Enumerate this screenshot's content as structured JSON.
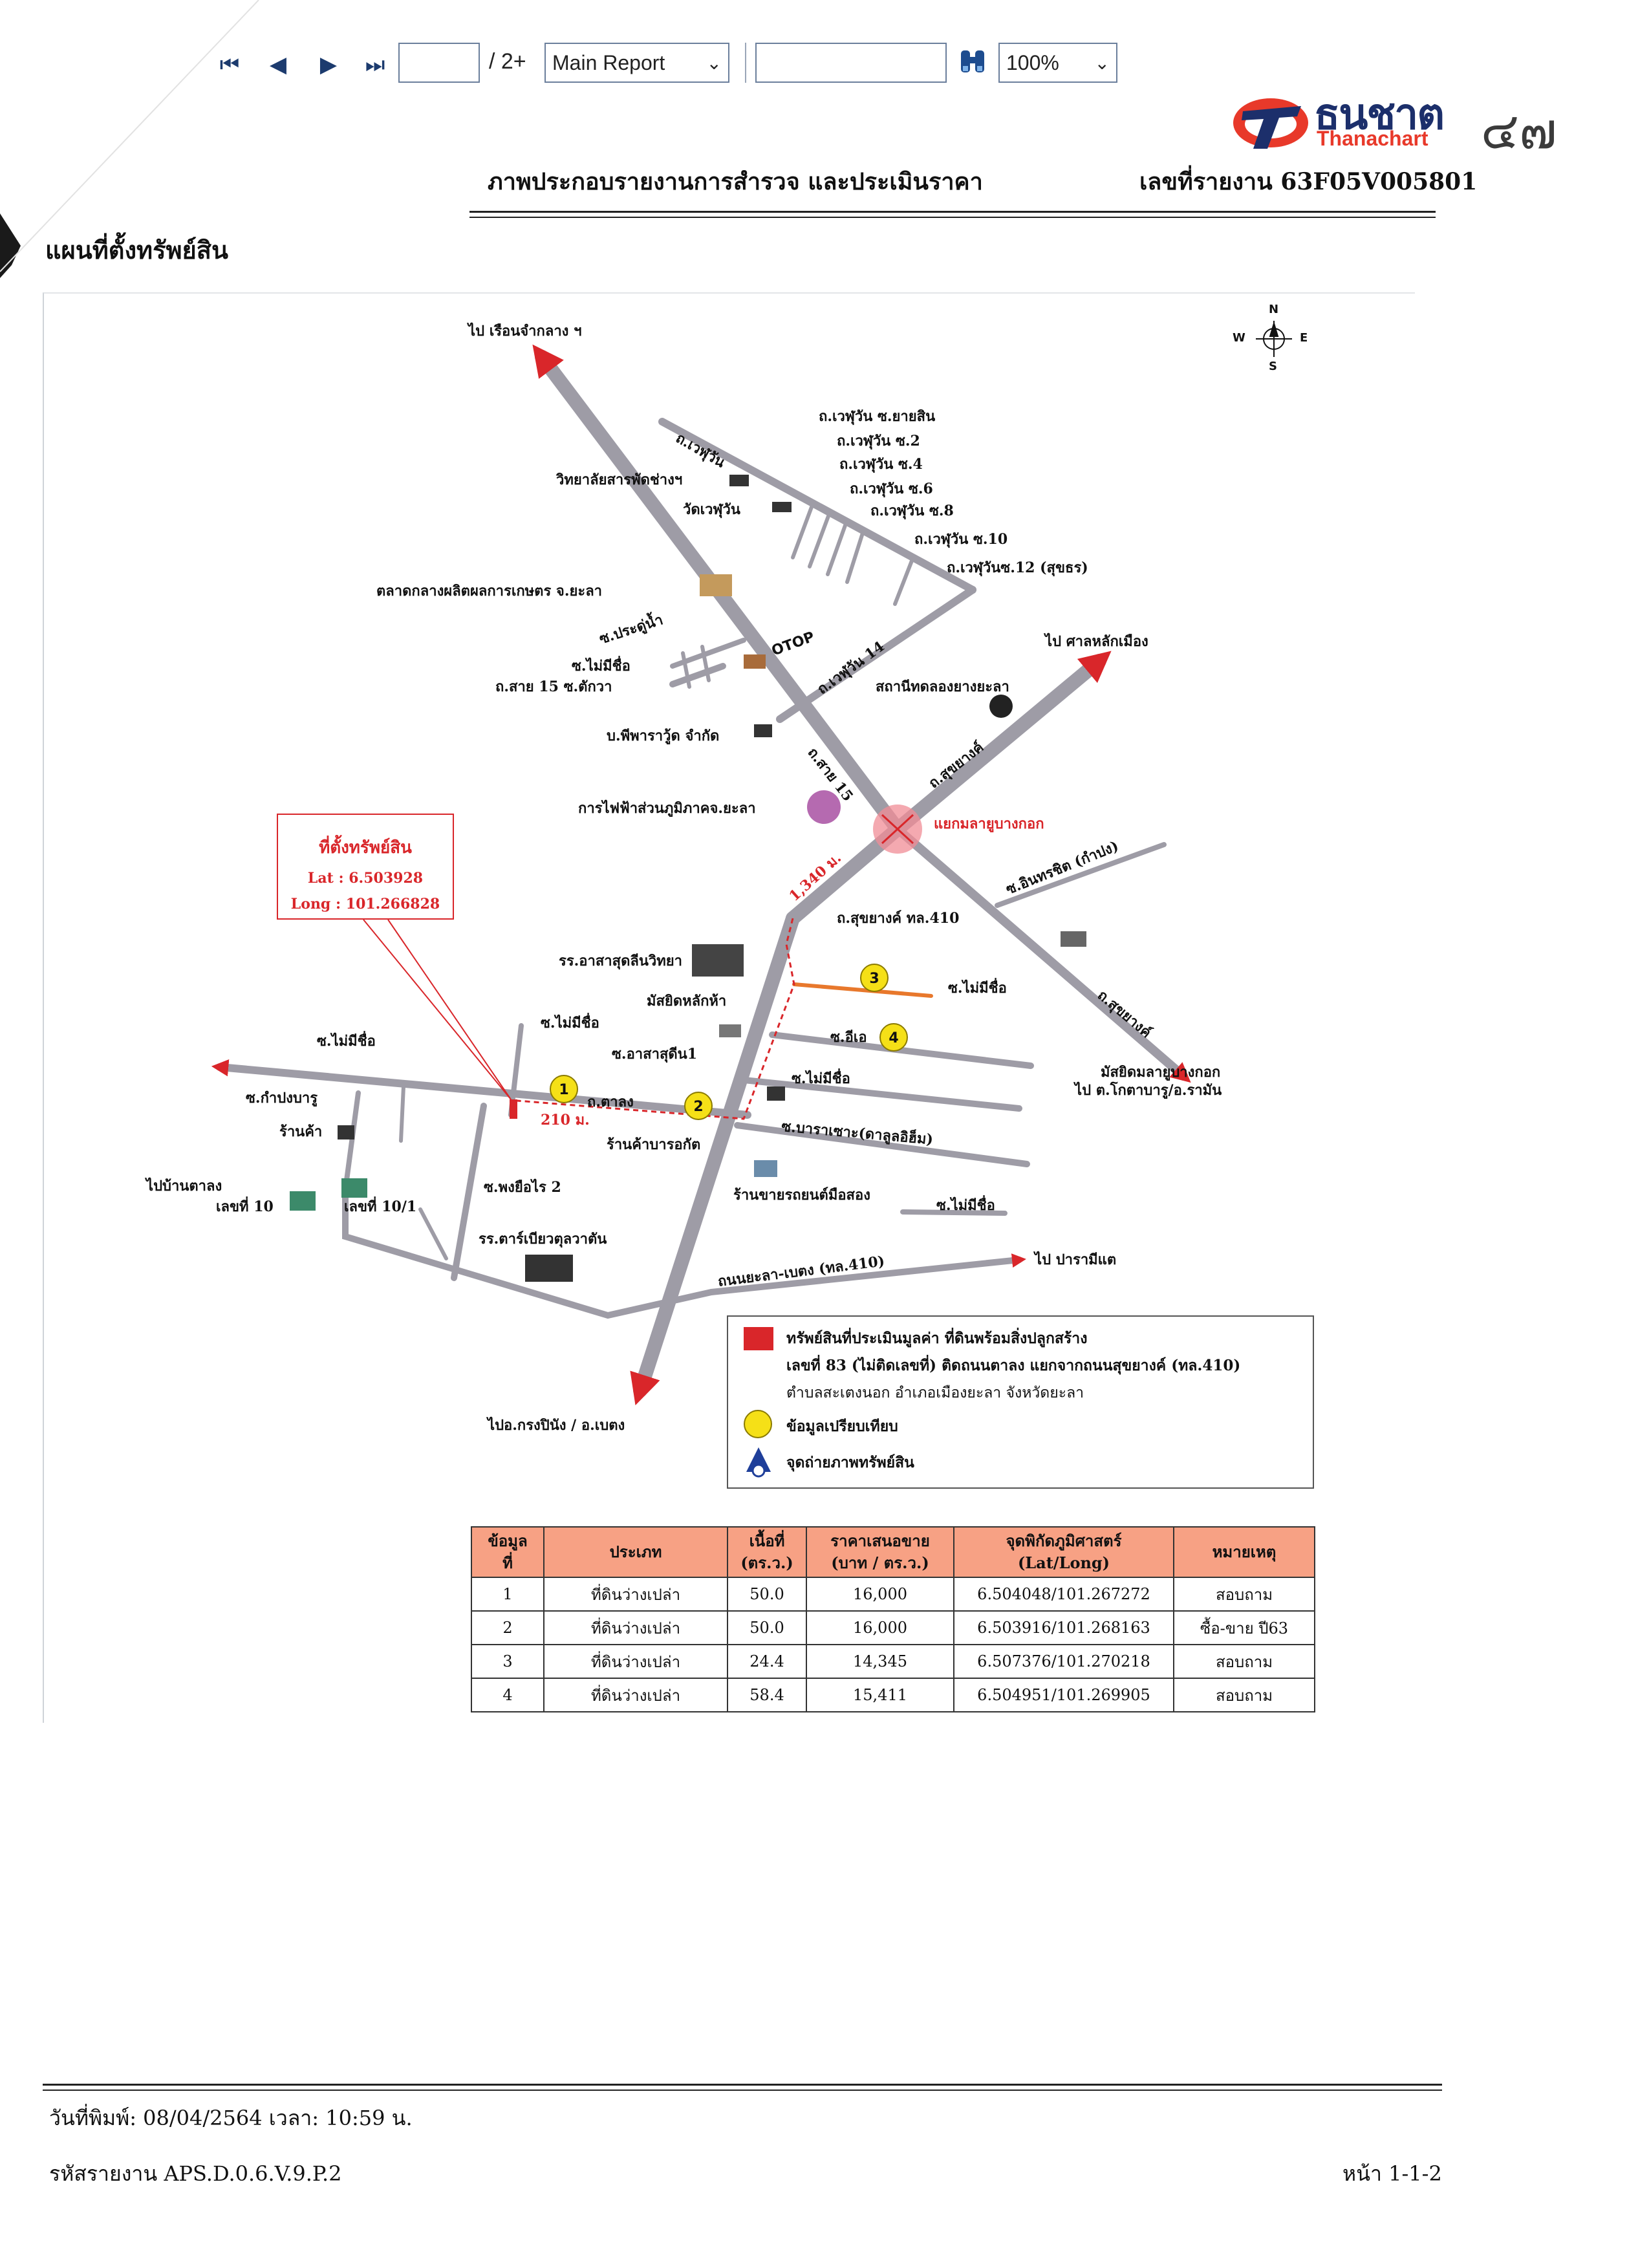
{
  "toolbar": {
    "page_input": "",
    "page_total": "/ 2+",
    "report_select": "Main Report",
    "search_input": "",
    "zoom_select": "100%"
  },
  "handwritten_note": "๔๗",
  "logo": {
    "thai": "ธนชาต",
    "english": "Thanachart"
  },
  "header": {
    "title": "ภาพประกอบรายงานการสำรวจ และประเมินราคา",
    "report_no": "เลขที่รายงาน 63F05V005801"
  },
  "section_title": "แผนที่ตั้งทรัพย์สิน",
  "map": {
    "compass": {
      "n": "N",
      "s": "S",
      "e": "E",
      "w": "W"
    },
    "property_box": {
      "title": "ที่ตั้งทรัพย์สิน",
      "lat": "Lat : 6.503928",
      "long": "Long : 101.266828"
    },
    "labels": {
      "to_ruen": "ไป เรือนจำกลาง ฯ",
      "wephuwan": "ถ.เวฬุวัน",
      "wephuwan_yaisin": "ถ.เวฬุวัน ซ.ยายสิน",
      "wephuwan_2": "ถ.เวฬุวัน ซ.2",
      "wephuwan_4": "ถ.เวฬุวัน ซ.4",
      "wephuwan_6": "ถ.เวฬุวัน ซ.6",
      "wephuwan_8": "ถ.เวฬุวัน ซ.8",
      "wephuwan_10": "ถ.เวฬุวัน ซ.10",
      "wephuwan_12": "ถ.เวฬุวันซ.12 (สุขธร)",
      "college": "วิทยาลัยสารพัดช่างฯ",
      "temple": "วัดเวฬุวัน",
      "market": "ตลาดกลางผลิตผลการเกษตร จ.ยะลา",
      "pradunam": "ซ.ประดู่น้ำ",
      "mai_mi_chue_1": "ซ.ไม่มีชื่อ",
      "sai15_taekwa": "ถ.สาย 15 ซ.ตักวา",
      "otop": "OTOP",
      "wephuwan_14": "ถ.เวฬุวัน 14",
      "sathani": "สถานีทดลองยางยะลา",
      "to_lak_mueang": "ไป ศาลหลักเมือง",
      "company": "บ.พีพาราวู้ด จำกัด",
      "sai15": "ถ.สาย 15",
      "sukhayang_1": "ถ.สุขยางค์",
      "electric": "การไฟฟ้าส่วนภูมิภาคจ.ยะลา",
      "intersection": "แยกมลายูบางกอก",
      "distance_1": "1,340 ม.",
      "inthorachit": "ซ.อินทรชิต (กำปง)",
      "sukhayang_410": "ถ.สุขยางค์ ทล.410",
      "school_asa": "รร.อาสาสุดลีนวิทยา",
      "mosque_1": "มัสยิดหลักห้า",
      "mai_mi_chue_2": "ซ.ไม่มีชื่อ",
      "mai_mi_chue_3": "ซ.ไม่มีชื่อ",
      "mai_mi_chue_4": "ซ.ไม่มีชื่อ",
      "asa_1": "ซ.อาสาสุดีน1",
      "sukhayang_2": "ถ.สุขยางค์",
      "soi_ia": "ซ.อีเอ",
      "mai_mi_chue_5": "ซ.ไม่มีชื่อ",
      "mosque_2": "มัสยิดมลายูบางกอก",
      "to_kotabaru": "ไป ต.โกตาบารู/อ.รามัน",
      "kampongbaru": "ซ.กำปงบารู",
      "shop": "ร้านค้า",
      "dalang": "ถ.ตาลง",
      "distance_2": "210 ม.",
      "shop_baro": "ร้านค้าบารอกัต",
      "baro_cha": "ซ.บาราเซาะ(ดาลูลอิฮ็ม)",
      "to_ban_dalang": "ไปบ้านตาลง",
      "house_10": "เลขที่ 10",
      "house_10_1": "เลขที่ 10/1",
      "phongyuerai": "ซ.พงยือไร 2",
      "car_shop": "ร้านขายรถยนต์มือสอง",
      "mai_mi_chue_6": "ซ.ไม่มีชื่อ",
      "school_tarbiyah": "รร.ตาร์เบียวตุลวาตัน",
      "yala_betong": "ถนนยะลา-เบตง (ทล.410)",
      "to_paramikae": "ไป ปารามีแต",
      "to_krong_pinang": "ไปอ.กรงปินัง / อ.เบตง"
    },
    "markers": [
      "1",
      "2",
      "3",
      "4"
    ],
    "colors": {
      "road": "#9e9ca6",
      "arrow": "#d9262a",
      "highlight": "#f08c96",
      "compare": "#f5e017",
      "property": "#d9262a"
    },
    "legend": {
      "item1_line1": "ทรัพย์สินที่ประเมินมูลค่า ที่ดินพร้อมสิ่งปลูกสร้าง",
      "item1_line2": "เลขที่ 83 (ไม่ติดเลขที่)  ติดถนนตาลง แยกจากถนนสุขยางค์ (ทล.410)",
      "item1_line3": "ตำบลสะเตงนอก อำเภอเมืองยะลา จังหวัดยะลา",
      "item2": "ข้อมูลเปรียบเทียบ",
      "item3": "จุดถ่ายภาพทรัพย์สิน"
    }
  },
  "table": {
    "headers": [
      [
        "ข้อมูล",
        "ที่"
      ],
      [
        "ประเภท"
      ],
      [
        "เนื้อที่",
        "(ตร.ว.)"
      ],
      [
        "ราคาเสนอขาย",
        "(บาท / ตร.ว.)"
      ],
      [
        "จุดพิกัดภูมิศาสตร์",
        "(Lat/Long)"
      ],
      [
        "หมายเหตุ"
      ]
    ],
    "rows": [
      [
        "1",
        "ที่ดินว่างเปล่า",
        "50.0",
        "16,000",
        "6.504048/101.267272",
        "สอบถาม"
      ],
      [
        "2",
        "ที่ดินว่างเปล่า",
        "50.0",
        "16,000",
        "6.503916/101.268163",
        "ซื้อ-ขาย ปี63"
      ],
      [
        "3",
        "ที่ดินว่างเปล่า",
        "24.4",
        "14,345",
        "6.507376/101.270218",
        "สอบถาม"
      ],
      [
        "4",
        "ที่ดินว่างเปล่า",
        "58.4",
        "15,411",
        "6.504951/101.269905",
        "สอบถาม"
      ]
    ]
  },
  "footer": {
    "print_date": "วันที่พิมพ์: 08/04/2564  เวลา: 10:59 น.",
    "report_code": "รหัสรายงาน APS.D.0.6.V.9.P.2",
    "page": "หน้า 1-1-2"
  }
}
